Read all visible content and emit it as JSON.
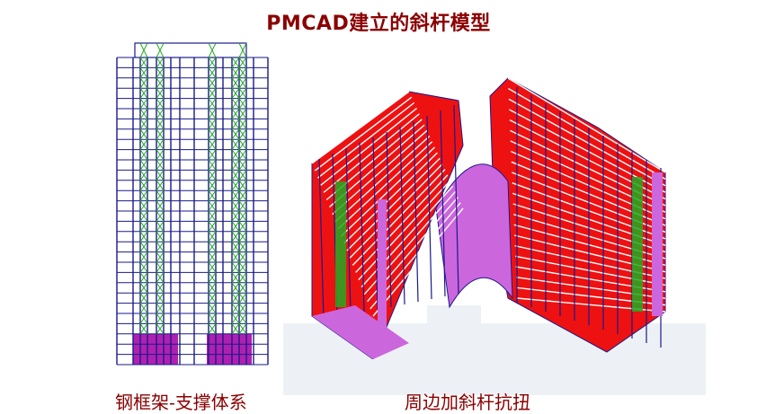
{
  "slide": {
    "title": "PMCAD建立的斜杆模型",
    "left_caption": "钢框架-支撑体系",
    "right_caption": "周边加斜杆抗扭"
  },
  "colors": {
    "title": "#8b0000",
    "frame_blue": "#1a1a8c",
    "brace_green": "#22aa22",
    "base_magenta": "#b020b0",
    "beam_red": "#ee1111",
    "wall_purple": "#cc66dd"
  }
}
